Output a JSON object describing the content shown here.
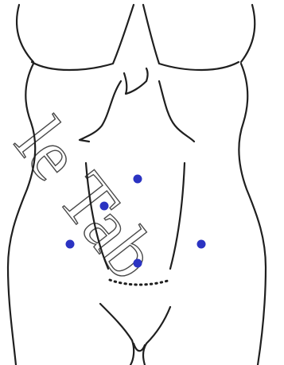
{
  "figure": {
    "watermark": {
      "text": "le Tab",
      "color": "#2a2a2a"
    },
    "line_color": "#1f1f1f",
    "port_color": "#2b33c2",
    "ports": [
      {
        "name": "port-upper"
      },
      {
        "name": "port-left-upper"
      },
      {
        "name": "port-left-lower"
      },
      {
        "name": "port-umbilical"
      },
      {
        "name": "port-right"
      }
    ]
  }
}
